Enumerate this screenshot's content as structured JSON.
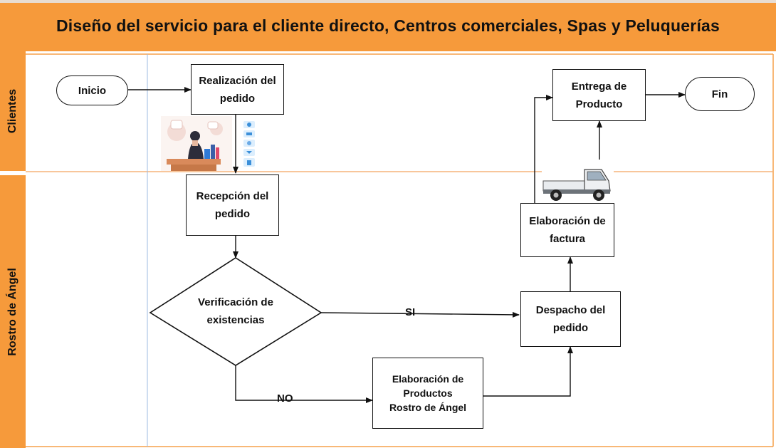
{
  "title": "Diseño del servicio para el cliente directo, Centros comerciales, Spas y Peluquerías",
  "lanes": {
    "clientes": "Clientes",
    "rostro": "Rostro de Ángel"
  },
  "nodes": {
    "inicio": "Inicio",
    "realizacion": "Realización del pedido",
    "recepcion": "Recepción del pedido",
    "verificacion": "Verificación de existencias",
    "despacho": "Despacho del pedido",
    "elab_factura": "Elaboración de factura",
    "entrega": "Entrega de Producto",
    "fin": "Fin",
    "elab_productos": "Elaboración de Productos Rostro de Ángel"
  },
  "edge_labels": {
    "si": "SI",
    "no": "NO"
  },
  "icons": {
    "customer": "customer-phone-icon",
    "contact": "contact-icons",
    "truck": "delivery-truck-icon"
  }
}
